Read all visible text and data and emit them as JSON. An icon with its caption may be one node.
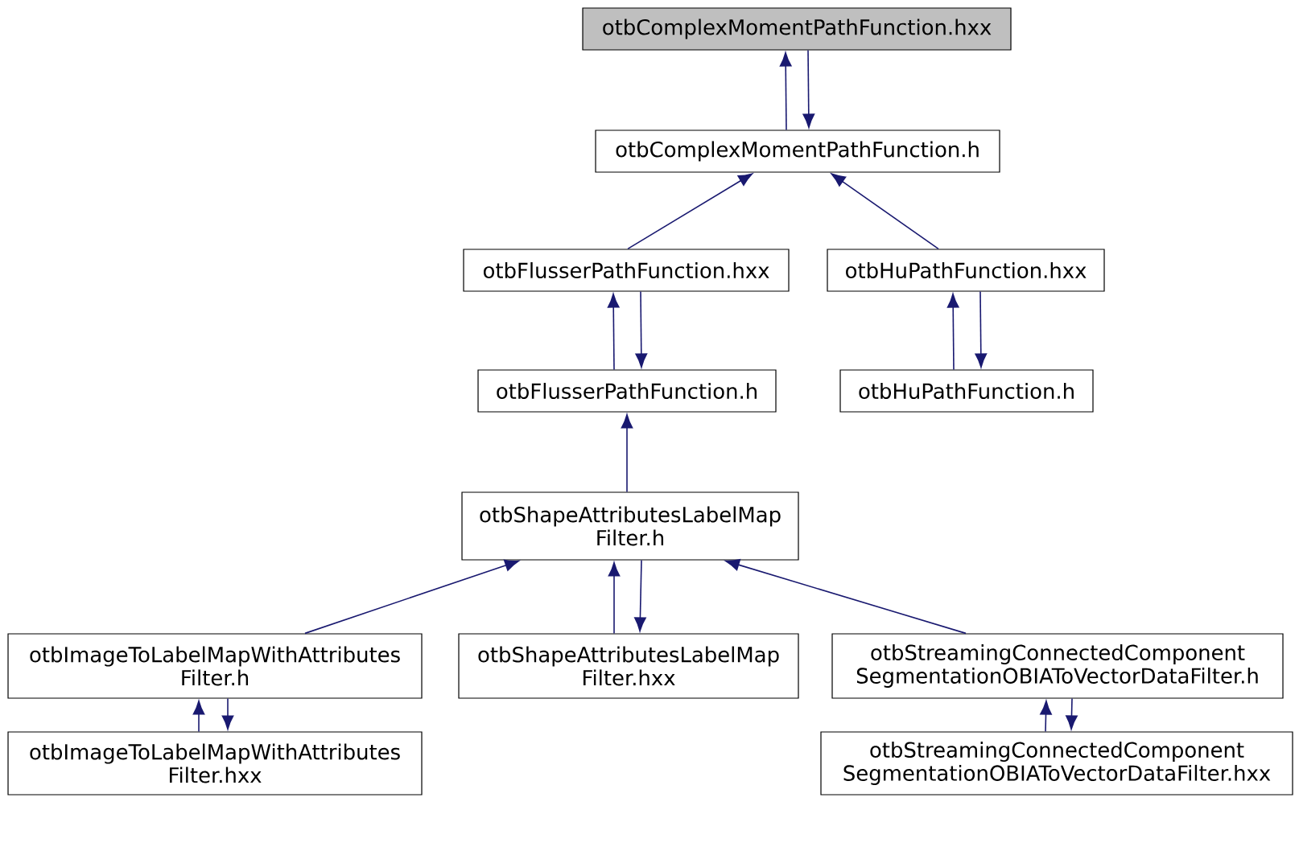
{
  "diagram": {
    "nodes": [
      {
        "text": [
          "otbComplexMomentPathFunction.hxx"
        ]
      },
      {
        "text": [
          "otbComplexMomentPathFunction.h"
        ]
      },
      {
        "text": [
          "otbFlusserPathFunction.hxx"
        ]
      },
      {
        "text": [
          "otbHuPathFunction.hxx"
        ]
      },
      {
        "text": [
          "otbFlusserPathFunction.h"
        ]
      },
      {
        "text": [
          "otbHuPathFunction.h"
        ]
      },
      {
        "text": [
          "otbShapeAttributesLabelMap Filter.h"
        ]
      },
      {
        "text": [
          "otbImageToLabelMapWithAttributes Filter.h"
        ]
      },
      {
        "text": [
          "otbShapeAttributesLabelMap Filter.hxx"
        ]
      },
      {
        "text": [
          "otbStreamingConnectedComponent SegmentationOBIAToVectorDataFilter.h"
        ]
      },
      {
        "text": [
          "otbImageToLabelMapWithAttributes Filter.hxx"
        ]
      },
      {
        "text": [
          "otbStreamingConnectedComponent SegmentationOBIAToVectorDataFilter.hxx"
        ]
      }
    ],
    "edges": [
      {
        "from": 1,
        "to": 0,
        "arrow": "to"
      },
      {
        "from": 0,
        "to": 1,
        "arrow": "to"
      },
      {
        "from": 2,
        "to": 1,
        "arrow": "to"
      },
      {
        "from": 3,
        "to": 1,
        "arrow": "to"
      },
      {
        "from": 4,
        "to": 2,
        "arrow": "to"
      },
      {
        "from": 2,
        "to": 4,
        "arrow": "to"
      },
      {
        "from": 5,
        "to": 3,
        "arrow": "to"
      },
      {
        "from": 3,
        "to": 5,
        "arrow": "to"
      },
      {
        "from": 6,
        "to": 4,
        "arrow": "to"
      },
      {
        "from": 7,
        "to": 6,
        "arrow": "to"
      },
      {
        "from": 8,
        "to": 6,
        "arrow": "to"
      },
      {
        "from": 6,
        "to": 8,
        "arrow": "to"
      },
      {
        "from": 9,
        "to": 6,
        "arrow": "to"
      },
      {
        "from": 10,
        "to": 7,
        "arrow": "to"
      },
      {
        "from": 7,
        "to": 10,
        "arrow": "to"
      },
      {
        "from": 11,
        "to": 9,
        "arrow": "to"
      },
      {
        "from": 9,
        "to": 11,
        "arrow": "to"
      }
    ]
  }
}
